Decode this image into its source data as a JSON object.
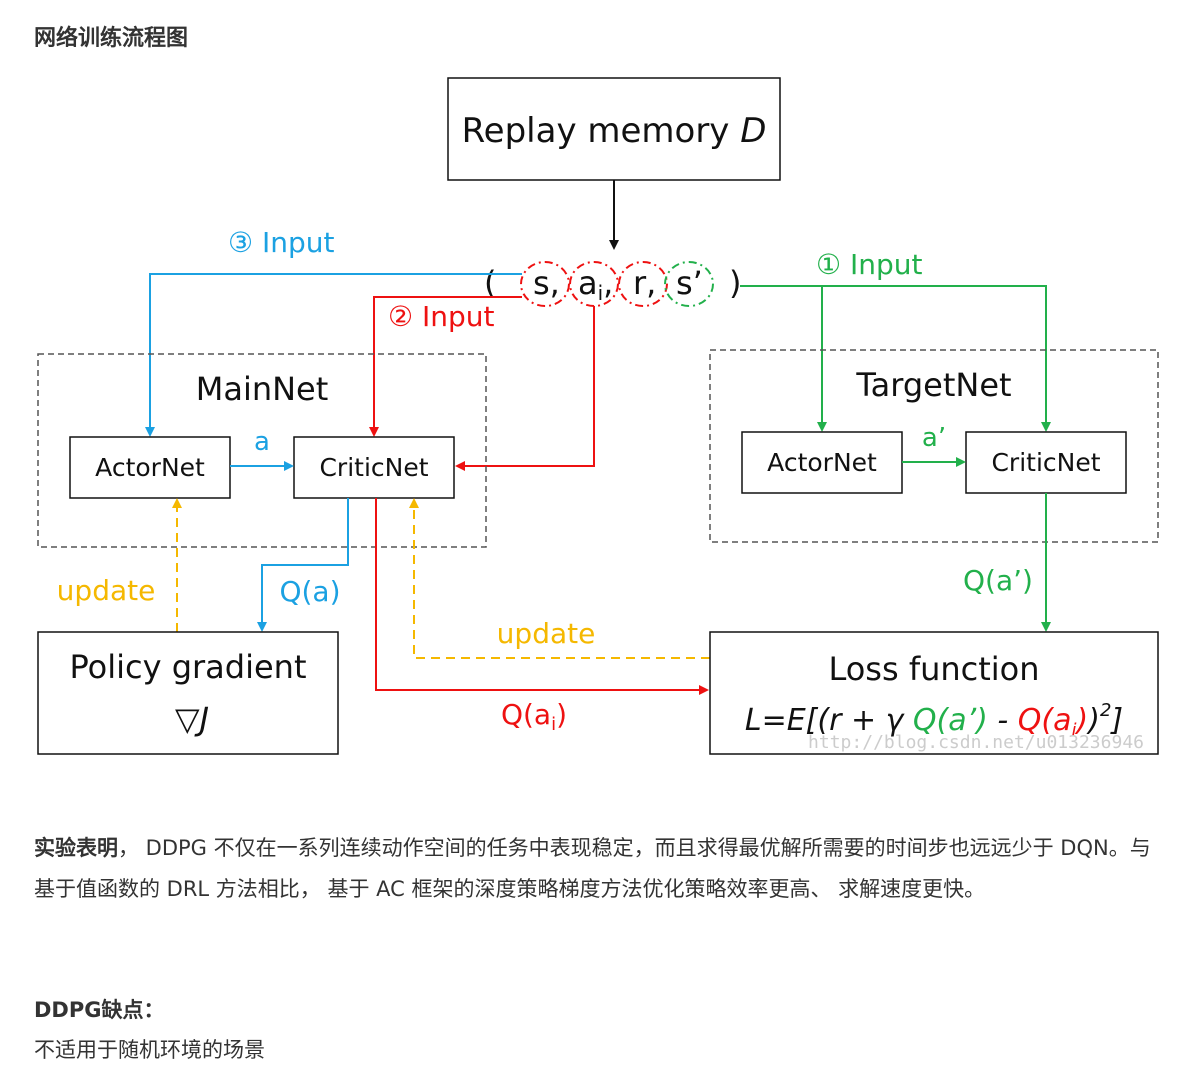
{
  "page_title": "网络训练流程图",
  "colors": {
    "blue": "#1ba1e2",
    "red": "#ee1111",
    "green": "#22b04b",
    "orange": "#f5b800",
    "black": "#111111",
    "grey": "#555555"
  },
  "diagram": {
    "replay_memory": "Replay memory ",
    "replay_memory_var": "D",
    "tuple_open": "(",
    "tuple_close": ")",
    "tuple_s": "s,",
    "tuple_a": "a",
    "tuple_a_sub": "i",
    "tuple_a_comma": ",",
    "tuple_r": "r,",
    "tuple_s_prime": "s’",
    "input_1": "① Input",
    "input_2": "② Input",
    "input_3": "③ Input",
    "mainnet": "MainNet",
    "targetnet": "TargetNet",
    "actornet": "ActorNet",
    "criticnet": "CriticNet",
    "edge_a": "a",
    "edge_a_prime": "a’",
    "update_left": "update",
    "update_mid": "update",
    "q_a": "Q(a)",
    "q_a_prime": "Q(a’)",
    "q_ai": "Q(a",
    "q_ai_sub": "i",
    "q_ai_close": ")",
    "policy_gradient": "Policy gradient",
    "nabla_j": "▽J",
    "loss_function": "Loss function",
    "loss_formula": {
      "p1": "L=E[(r + γ ",
      "p2": "Q(a’)",
      "p3": " - ",
      "p4": "Q(a",
      "p5": "i",
      "p6": ")",
      "p7": ")",
      "p8": "2",
      "p9": "]"
    },
    "watermark": "http://blog.csdn.net/u013236946"
  },
  "paragraph": {
    "bold": "实验表明",
    "text": "， DDPG 不仅在一系列连续动作空间的任务中表现稳定，而且求得最优解所需要的时间步也远远少于 DQN。与基于值函数的 DRL 方法相比， 基于 AC 框架的深度策略梯度方法优化策略效率更高、 求解速度更快。"
  },
  "drawbacks": {
    "title": "DDPG缺点：",
    "item": "不适用于随机环境的场景"
  }
}
